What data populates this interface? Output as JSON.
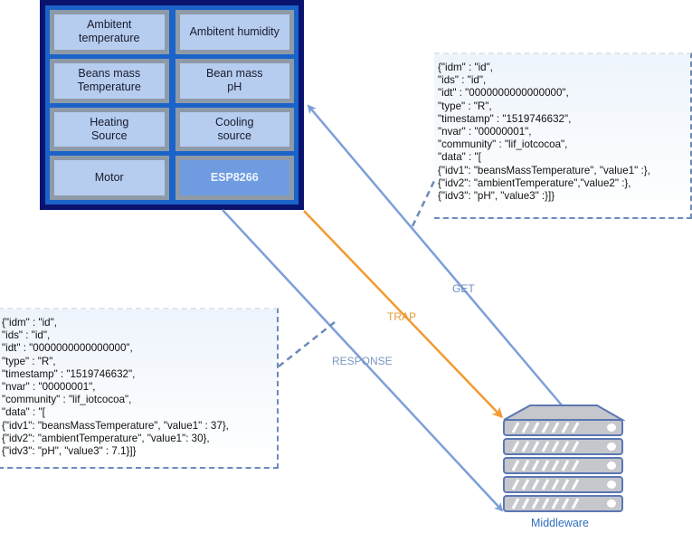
{
  "device": {
    "modules": [
      {
        "label": "Ambitent\ntemperature"
      },
      {
        "label": "Ambitent humidity"
      },
      {
        "label": "Beans mass\nTemperature"
      },
      {
        "label": "Bean mass\npH"
      },
      {
        "label": "Heating\nSource"
      },
      {
        "label": "Cooling\nsource"
      },
      {
        "label": "Motor"
      },
      {
        "label": "ESP8266"
      }
    ]
  },
  "notes": {
    "get_payload": "{\"idm\" : \"id\",\n\"ids\" : \"id\",\n\"idt\" : \"0000000000000000\",\n\"type\" : \"R\",\n\"timestamp\" : \"1519746632\",\n\"nvar\" : \"00000001\",\n\"community\" : \"lif_iotcocoa\",\n\"data\" : \"[\n{\"idv1\": \"beansMassTemperature\", \"value1\" :},\n{\"idv2\": \"ambientTemperature\",\"value2\" :},\n{\"idv3\": \"pH\", \"value3\" :}]}",
    "response_payload": "{\"idm\" : \"id\",\n\"ids\" : \"id\",\n\"idt\" : \"0000000000000000\",\n\"type\" : \"R\",\n\"timestamp\" : \"1519746632\",\n\"nvar\" : \"00000001\",\n\"community\" : \"lif_iotcocoa\",\n\"data\" : \"[\n{\"idv1\": \"beansMassTemperature\", \"value1\" : 37},\n{\"idv2\": \"ambientTemperature\", \"value1\": 30},\n{\"idv3\": \"pH\", \"value3\" : 7.1}]}"
  },
  "arrows": {
    "get": "GET",
    "trap": "TRAP",
    "response": "RESPONSE"
  },
  "colors": {
    "get": "#7d9fd8",
    "trap": "#f29a32",
    "response": "#7d9fd8"
  },
  "server": {
    "label": "Middleware",
    "icon": "server-rack-icon"
  }
}
